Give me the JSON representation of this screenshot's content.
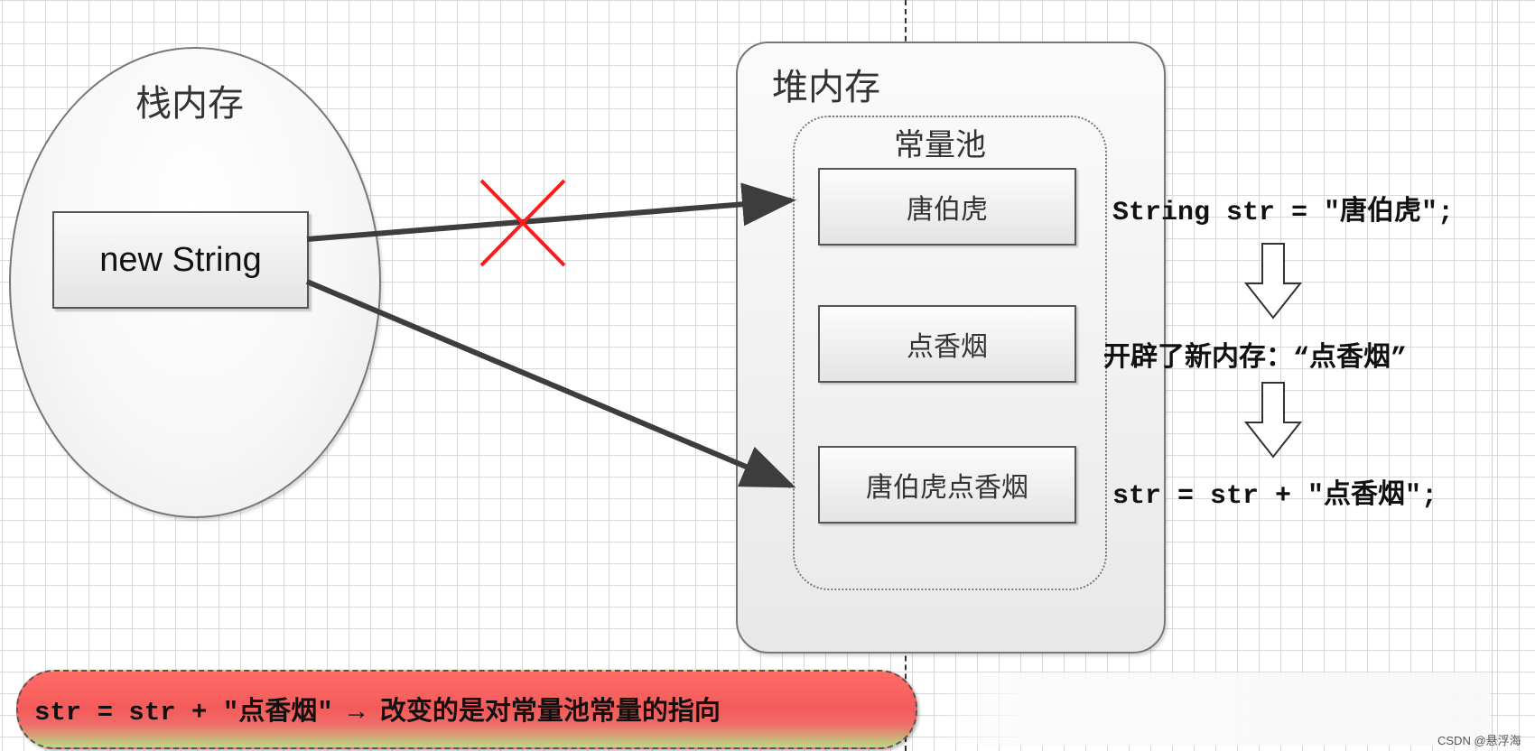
{
  "stack": {
    "label": "栈内存",
    "box_text": "new String"
  },
  "heap": {
    "label": "堆内存",
    "pool_label": "常量池",
    "pool_items": [
      "唐伯虎",
      "点香烟",
      "唐伯虎点香烟"
    ]
  },
  "code": {
    "line1": "String str = ″唐伯虎″;",
    "line2": "开辟了新内存：“点香烟”",
    "line3": "str = str + ″点香烟″;"
  },
  "note": {
    "text": "str = str + ″点香烟″ → 改变的是对常量池常量的指向"
  },
  "watermark": "CSDN @悬浮海",
  "colors": {
    "arrow": "#3d3d3d",
    "cross": "#ff1a1a",
    "note_red": "#f35b5a",
    "note_green": "#b7dc84"
  }
}
